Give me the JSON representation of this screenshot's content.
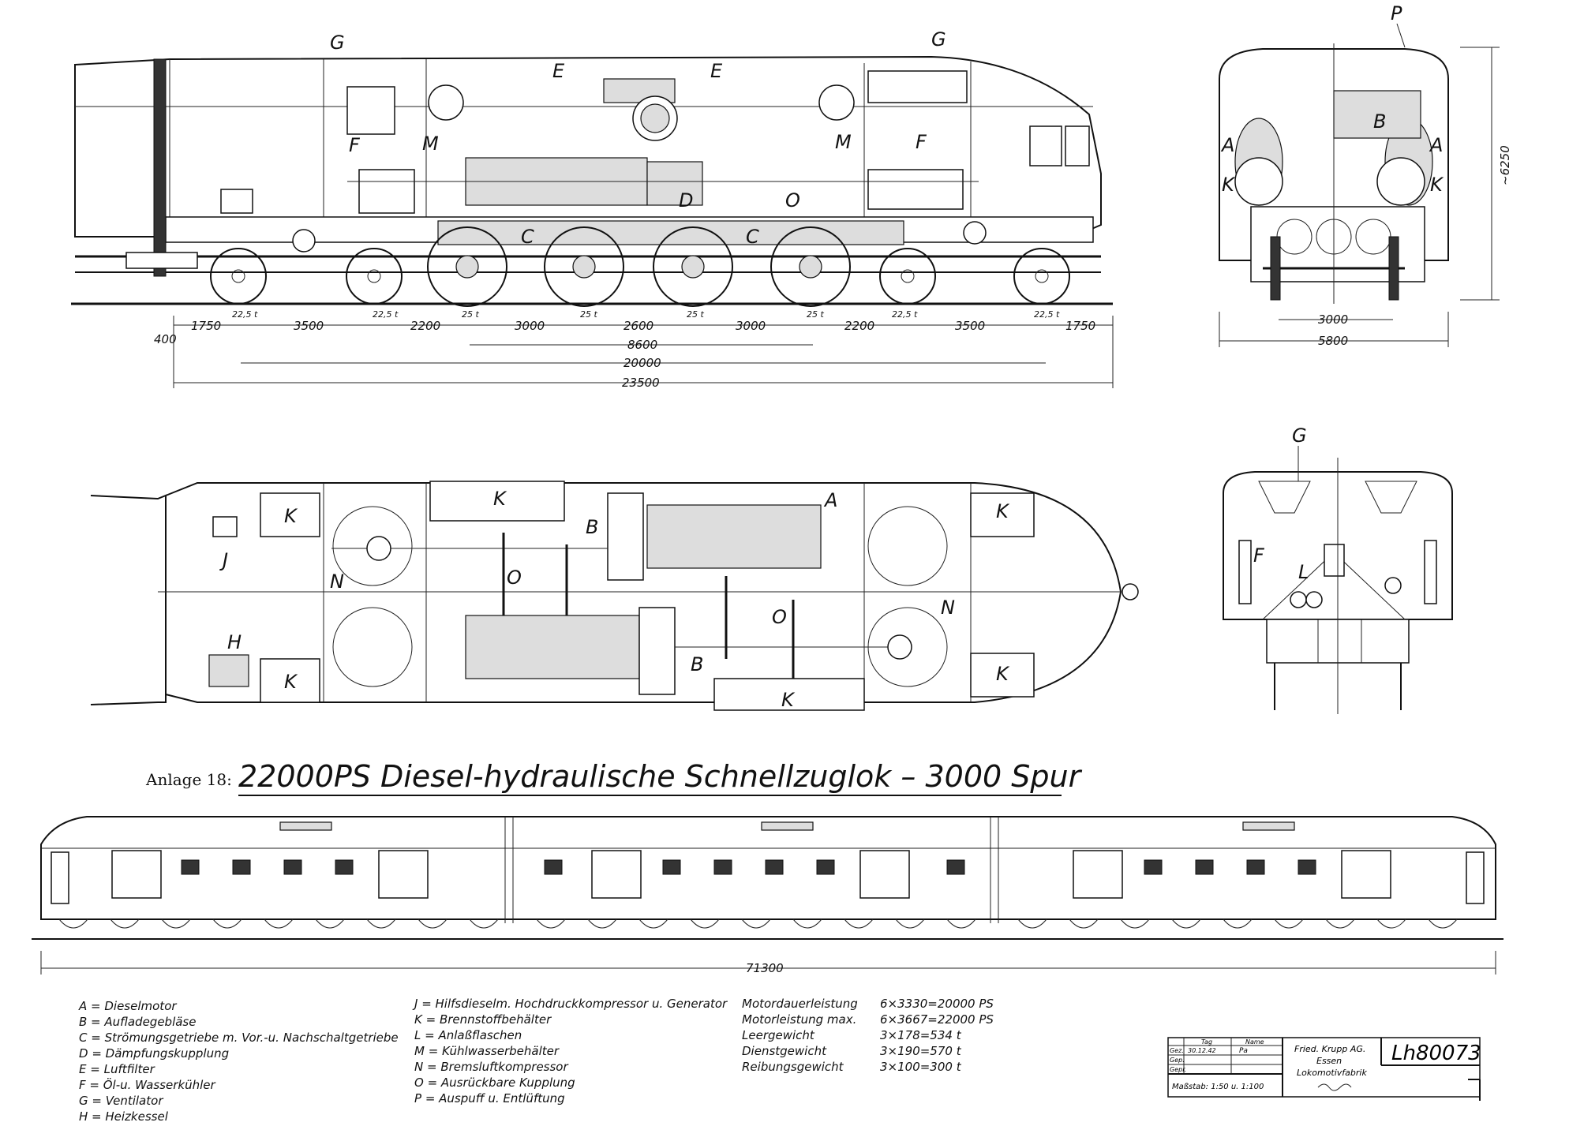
{
  "title": {
    "prefix": "Anlage 18:",
    "main": "22000PS Diesel-hydraulische Schnellzuglok – 3000 Spur"
  },
  "side_view": {
    "labels": [
      "G",
      "G",
      "E",
      "E",
      "M",
      "M",
      "F",
      "F",
      "D",
      "O",
      "C",
      "C"
    ],
    "axle_loads": [
      "22,5 t",
      "22,5 t",
      "25 t",
      "25 t",
      "25 t",
      "25 t",
      "22,5 t",
      "22,5 t"
    ],
    "dims_row1": [
      "1750",
      "3500",
      "2200",
      "3000",
      "2600",
      "3000",
      "2200",
      "3500",
      "1750"
    ],
    "dim_left": "400",
    "dim_8600": "8600",
    "dim_20000": "20000",
    "dim_23500": "23500"
  },
  "front_view": {
    "labels": [
      "P",
      "A",
      "A",
      "B",
      "K",
      "K"
    ],
    "dim_height": "~6250",
    "dim_3000": "3000",
    "dim_5800": "5800"
  },
  "plan_view": {
    "labels": [
      "K",
      "K",
      "K",
      "K",
      "K",
      "K",
      "A",
      "B",
      "B",
      "J",
      "H",
      "N",
      "N",
      "O",
      "O"
    ]
  },
  "rear_view": {
    "labels": [
      "G",
      "F",
      "L"
    ]
  },
  "train_view": {
    "dim_total": "71300"
  },
  "legend_col1": [
    "A = Dieselmotor",
    "B = Aufladegebläse",
    "C = Strömungsgetriebe m. Vor.-u. Nachschaltgetriebe",
    "D = Dämpfungskupplung",
    "E = Luftfilter",
    "F = Öl-u. Wasserkühler",
    "G = Ventilator",
    "H = Heizkessel"
  ],
  "legend_col2": [
    "J = Hilfsdieselm. Hochdruckkompressor u. Generator",
    "K = Brennstoffbehälter",
    "L = Anlaßflaschen",
    "M = Kühlwasserbehälter",
    "N = Bremsluftkompressor",
    "O = Ausrückbare Kupplung",
    "P = Auspuff u. Entlüftung"
  ],
  "specs": [
    {
      "label": "Motordauerleistung",
      "value": "6×3330=20000 PS"
    },
    {
      "label": "Motorleistung max.",
      "value": "6×3667=22000 PS"
    },
    {
      "label": "Leergewicht",
      "value": "3×178=534 t"
    },
    {
      "label": "Dienstgewicht",
      "value": "3×190=570 t"
    },
    {
      "label": "Reibungsgewicht",
      "value": "3×100=300 t"
    }
  ],
  "titleblock": {
    "col_tag": "Tag",
    "col_name": "Name",
    "row_gez": "Gez.",
    "row_gep": "Gep.",
    "row_gepr": "Gepr.",
    "date": "30.12.42",
    "initials": "Pa",
    "company1": "Fried. Krupp AG.",
    "company2": "Essen",
    "company3": "Lokomotivfabrik",
    "scale": "Maßstab: 1:50 u. 1:100",
    "drawing_no": "Lh80073"
  }
}
